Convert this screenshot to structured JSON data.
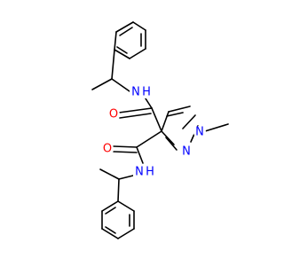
{
  "molecule": {
    "atoms": {
      "o_upper": {
        "symbol": "O",
        "color": "#ff0000"
      },
      "n_amide_upper": {
        "symbol": "N",
        "color": "#0000ff"
      },
      "h_amide_upper": {
        "symbol": "H",
        "color": "#0000ff"
      },
      "n_ring_1": {
        "symbol": "N",
        "color": "#0000ff"
      },
      "n_ring_2": {
        "symbol": "N",
        "color": "#0000ff"
      },
      "o_lower": {
        "symbol": "O",
        "color": "#ff0000"
      },
      "n_amide_lower": {
        "symbol": "N",
        "color": "#0000ff"
      },
      "h_amide_lower": {
        "symbol": "H",
        "color": "#0000ff"
      }
    },
    "bond_color": "#000000",
    "background": "#ffffff"
  }
}
